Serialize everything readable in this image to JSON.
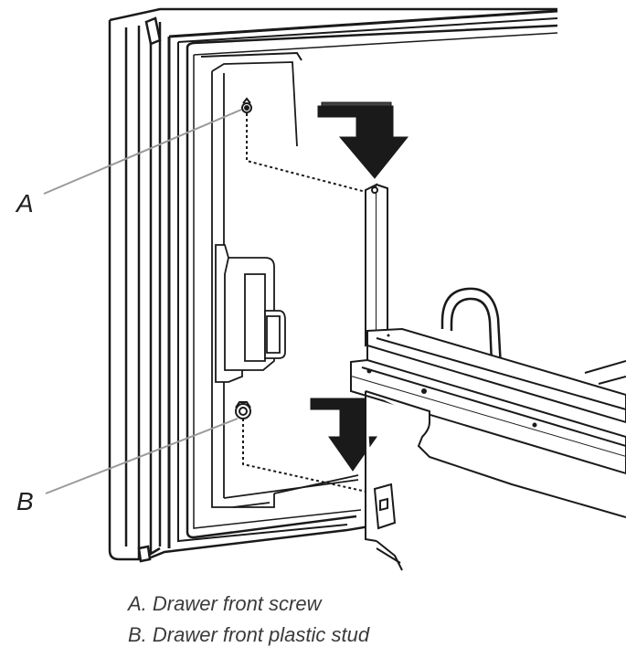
{
  "callouts": {
    "a_label": "A",
    "b_label": "B"
  },
  "legend": {
    "item_a": "A. Drawer front screw",
    "item_b": "B. Drawer front plastic stud"
  },
  "colors": {
    "line": "#1a1a1a",
    "panel_fill": "#f3f3f3",
    "leader": "#9a9a9a",
    "caption": "#3a3a3a"
  }
}
